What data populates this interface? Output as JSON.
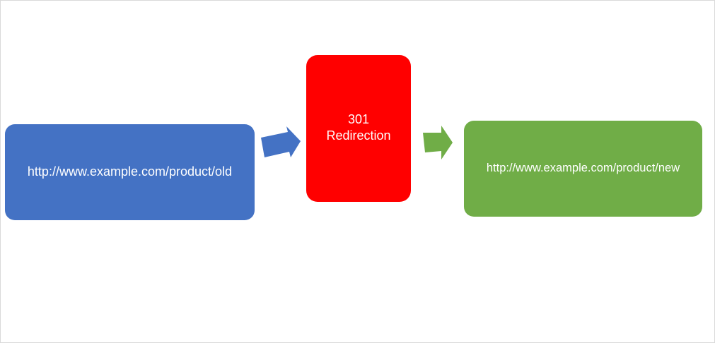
{
  "diagram": {
    "nodes": [
      {
        "id": "old",
        "label": "http://www.example.com/product/old",
        "color": "#4472c4"
      },
      {
        "id": "redirect",
        "label_lines": [
          "301",
          "Redirection"
        ],
        "color": "#ff0000"
      },
      {
        "id": "new",
        "label": "http://www.example.com/product/new",
        "color": "#70ad47"
      }
    ],
    "edges": [
      {
        "from": "old",
        "to": "redirect",
        "color": "#4472c4",
        "icon": "arrow-right-icon"
      },
      {
        "from": "redirect",
        "to": "new",
        "color": "#70ad47",
        "icon": "arrow-right-icon"
      }
    ]
  }
}
